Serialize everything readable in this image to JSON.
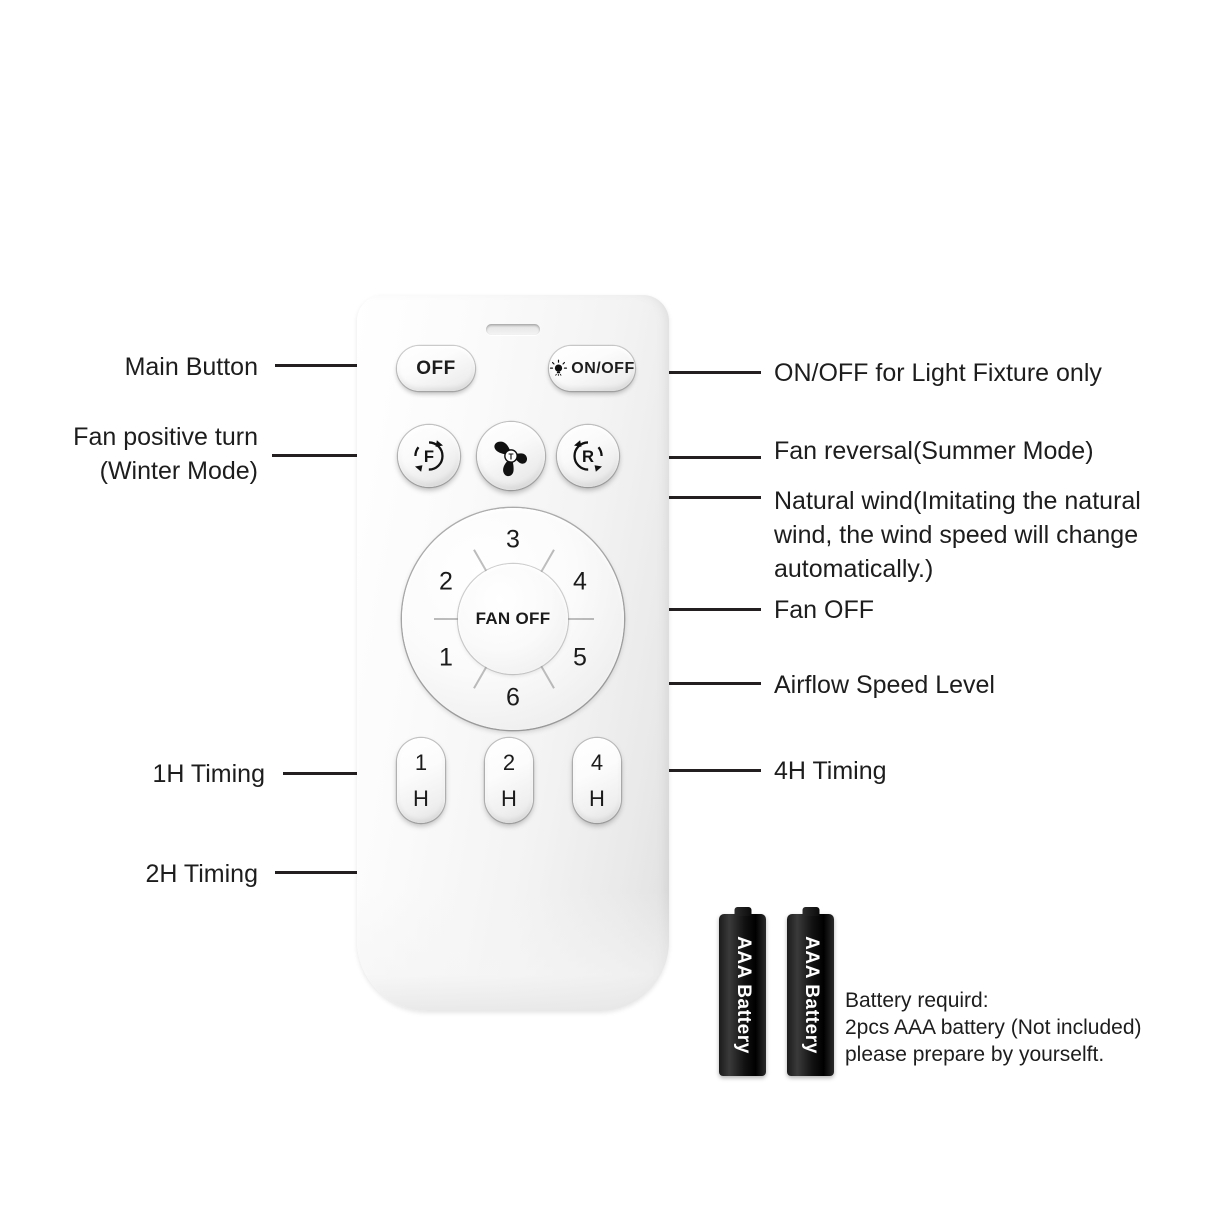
{
  "remote": {
    "top_buttons": [
      {
        "id": "main-off",
        "label": "OFF",
        "icon": "none"
      },
      {
        "id": "light-onoff",
        "label": "ON/OFF",
        "icon": "light-bulb-icon"
      }
    ],
    "mode_buttons": [
      {
        "id": "fan-forward",
        "label": "F",
        "icon": "circular-arrow-icon"
      },
      {
        "id": "natural-wind",
        "label": "T",
        "icon": "fan-blade-icon"
      },
      {
        "id": "fan-reverse",
        "label": "R",
        "icon": "circular-arrow-icon"
      }
    ],
    "dial": {
      "center_label": "FAN OFF",
      "speeds": [
        "1",
        "2",
        "3",
        "4",
        "5",
        "6"
      ]
    },
    "timer_buttons": [
      {
        "id": "timer-1h",
        "number": "1",
        "unit": "H"
      },
      {
        "id": "timer-2h",
        "number": "2",
        "unit": "H"
      },
      {
        "id": "timer-4h",
        "number": "4",
        "unit": "H"
      }
    ]
  },
  "callouts": {
    "left": [
      {
        "id": "main-button",
        "text": "Main Button"
      },
      {
        "id": "fan-positive-turn",
        "text": "Fan positive turn\n(Winter Mode)"
      },
      {
        "id": "timing-1h",
        "text": "1H Timing"
      },
      {
        "id": "timing-2h",
        "text": "2H Timing"
      }
    ],
    "right": [
      {
        "id": "light-fixture",
        "text": "ON/OFF for Light Fixture only"
      },
      {
        "id": "fan-reversal",
        "text": "Fan reversal(Summer Mode)"
      },
      {
        "id": "natural-wind",
        "text": "Natural wind(Imitating the natural\nwind, the wind speed will change\nautomatically.)"
      },
      {
        "id": "fan-off",
        "text": "Fan OFF"
      },
      {
        "id": "airflow-speed",
        "text": "Airflow Speed Level"
      },
      {
        "id": "timing-4h",
        "text": "4H Timing"
      }
    ]
  },
  "batteries": {
    "items": [
      {
        "id": "battery-left",
        "label": "AAA Battery"
      },
      {
        "id": "battery-right",
        "label": "AAA Battery"
      }
    ],
    "note": "Battery requird:\n2pcs AAA battery  (Not included)\nplease prepare by yourselft."
  },
  "colors": {
    "line": "#231f20",
    "text": "#1d1d1d",
    "battery_body": "#111111",
    "remote_body": "#f4f4f4"
  }
}
